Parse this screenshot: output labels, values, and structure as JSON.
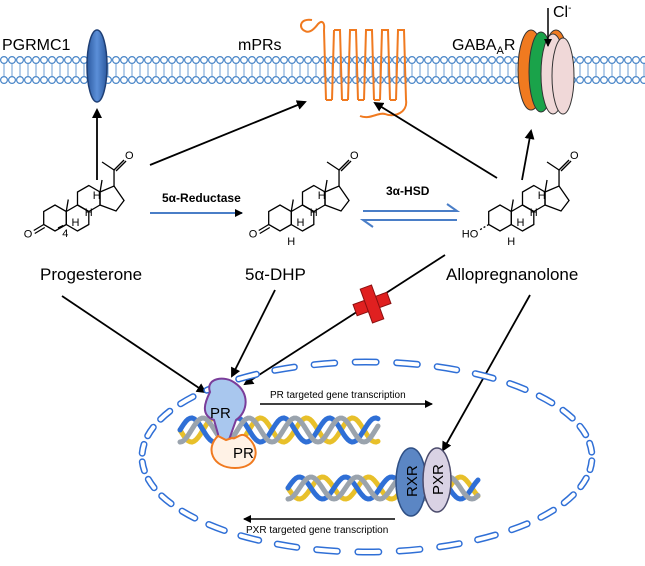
{
  "receptors": {
    "pgrmc1": "PGRMC1",
    "mprs": "mPRs",
    "gabaa_main": "GABA",
    "gabaa_sub": "A",
    "gabaa_end": "R",
    "chloride": "Cl",
    "chloride_charge": "-"
  },
  "molecules": {
    "progesterone": "Progesterone",
    "dhp": "5α-DHP",
    "allopregnanolone": "Allopregnanolone"
  },
  "enzymes": {
    "reductase": "5α-Reductase",
    "hsd": "3α-HSD"
  },
  "atoms": {
    "o": "O",
    "h": "H",
    "ho": "HO"
  },
  "nucleus": {
    "pr": "PR",
    "rxr": "RXR",
    "pxr": "PXR",
    "pr_transcription": "PR targeted gene transcription",
    "pxr_transcription": "PXR targeted gene transcription"
  },
  "colors": {
    "membrane": "#4a86c8",
    "pgrmc1": "#3d6eb4",
    "mpr": "#f07a20",
    "gaba_green": "#1aa34a",
    "gaba_pink": "#f0d8d8",
    "nucleus": "#2f6fd6",
    "dna_gold": "#e8c02a",
    "dna_blue": "#2f6fd6",
    "block": "#e02020"
  }
}
